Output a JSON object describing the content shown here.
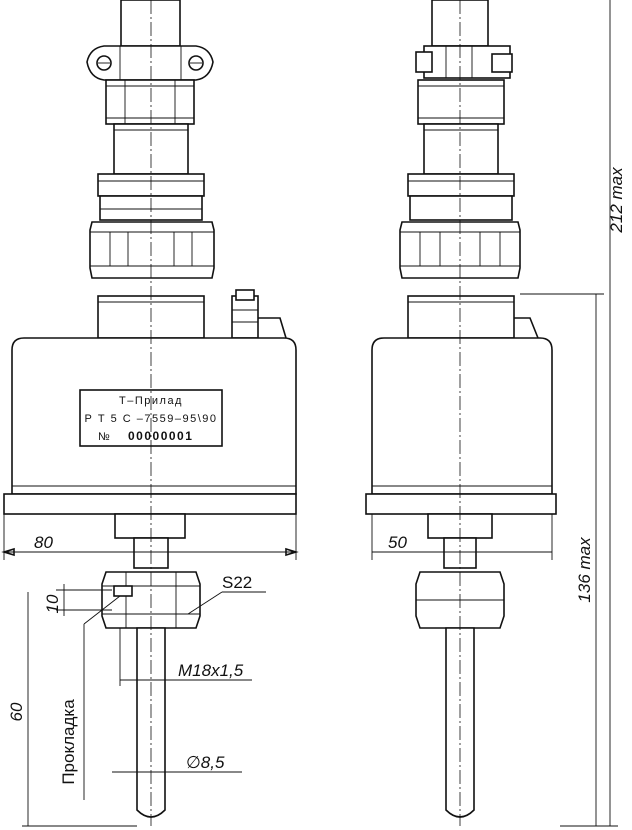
{
  "nameplate": {
    "line1": "Т–Прилад",
    "line2": "Р Т 5 С –7559–95\\90",
    "number_prefix": "№",
    "number": "00000001"
  },
  "dimensions": {
    "width_front": "80",
    "width_side": "50",
    "height_total": "212 max",
    "height_lower": "136 max",
    "nut_height": "10",
    "probe_length": "60",
    "wrench_size": "S22",
    "thread": "M18x1,5",
    "diameter": "∅8,5"
  },
  "labels": {
    "gasket": "Прокладка"
  },
  "colors": {
    "line": "#111111",
    "background": "#ffffff"
  }
}
